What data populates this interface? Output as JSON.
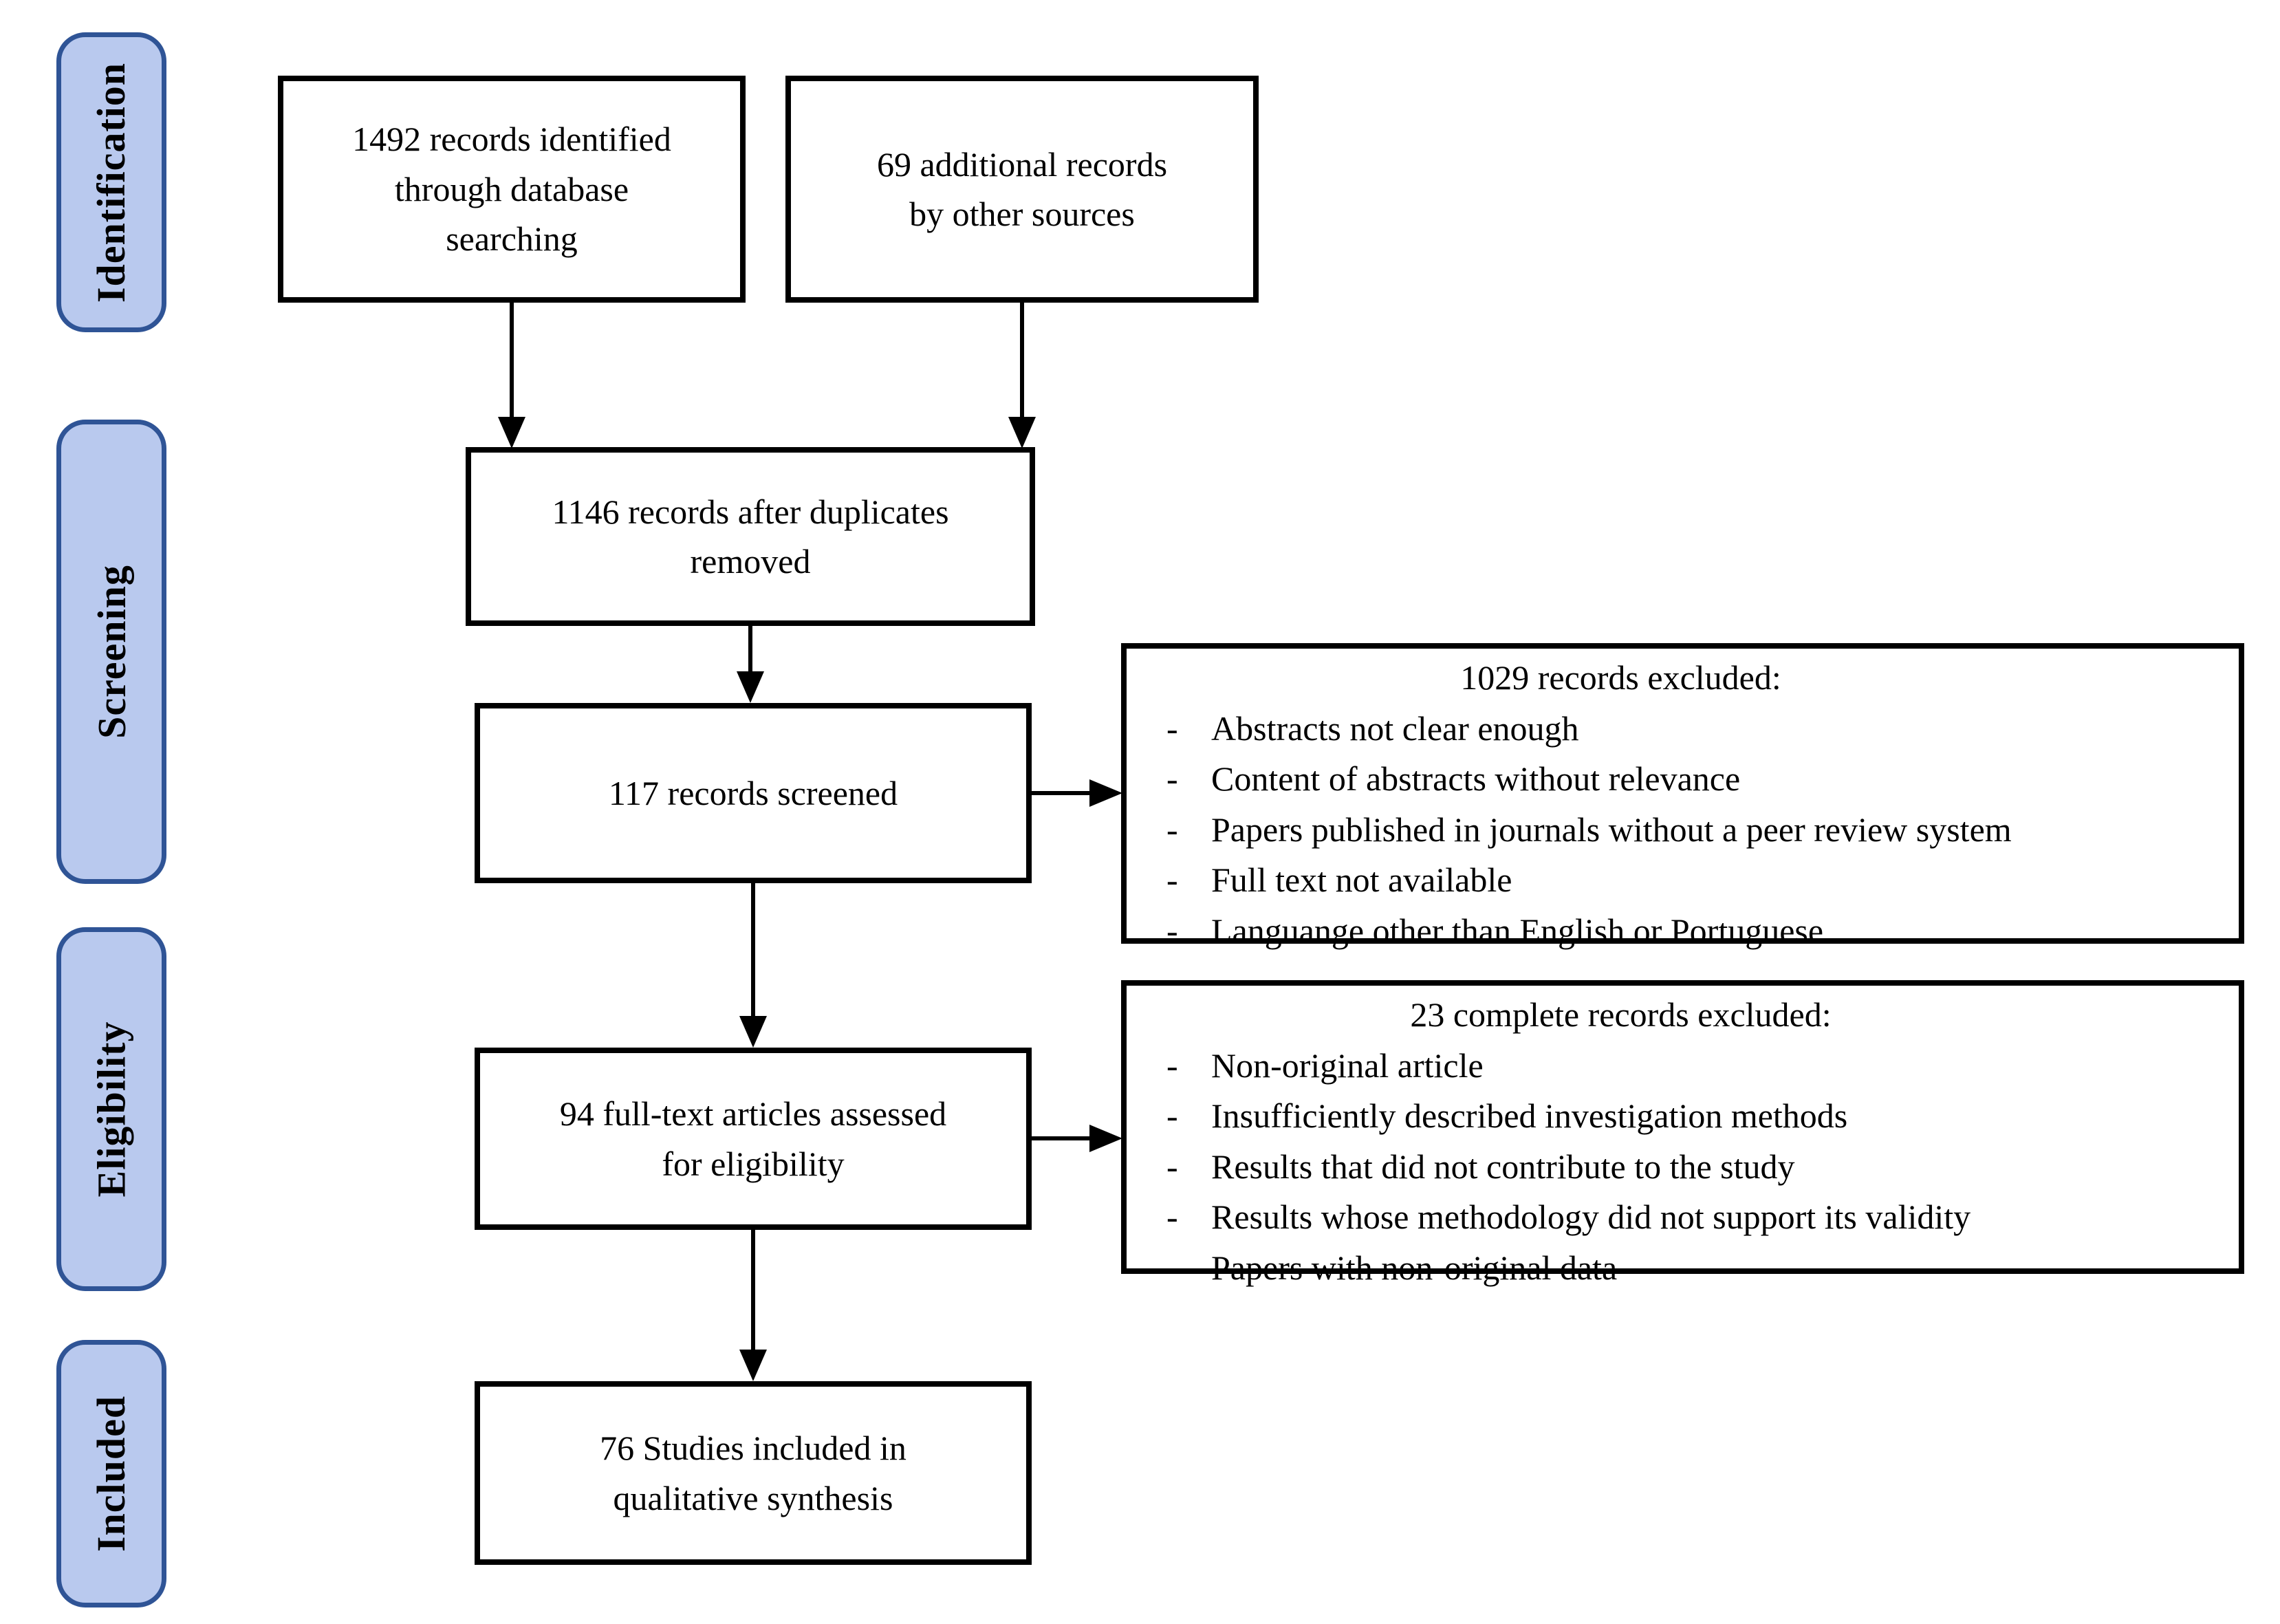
{
  "stages": [
    {
      "label": "Identification"
    },
    {
      "label": "Screening"
    },
    {
      "label": "Eligibility"
    },
    {
      "label": "Included"
    }
  ],
  "flow": {
    "identified": {
      "lines": [
        "1492 records identified",
        "through database",
        "searching"
      ]
    },
    "additional": {
      "lines": [
        "69 additional records",
        "by other sources"
      ]
    },
    "deduplicated": {
      "lines": [
        "1146 records after duplicates",
        "removed"
      ]
    },
    "screened": {
      "lines": [
        "117 records screened"
      ]
    },
    "fulltext": {
      "lines": [
        "94 full-text articles assessed",
        "for eligibility"
      ]
    },
    "included": {
      "lines": [
        "76 Studies included in",
        "qualitative synthesis"
      ]
    }
  },
  "exclusions": [
    {
      "title": "1029 records excluded:",
      "items": [
        "Abstracts not clear enough",
        "Content of abstracts without relevance",
        "Papers published in journals without a peer review system",
        "Full text not available",
        "Languange other than English or Portuguese"
      ]
    },
    {
      "title": "23 complete records excluded:",
      "items": [
        "Non-original article",
        "Insufficiently described investigation methods",
        "Results that did not contribute to the study",
        "Results whose methodology did not support its validity",
        "Papers with non-original data"
      ]
    }
  ],
  "colors": {
    "stage_fill": "#b9c9ee",
    "stage_border": "#2f5496",
    "box_border": "#000000",
    "arrow": "#000000",
    "text": "#000000"
  }
}
